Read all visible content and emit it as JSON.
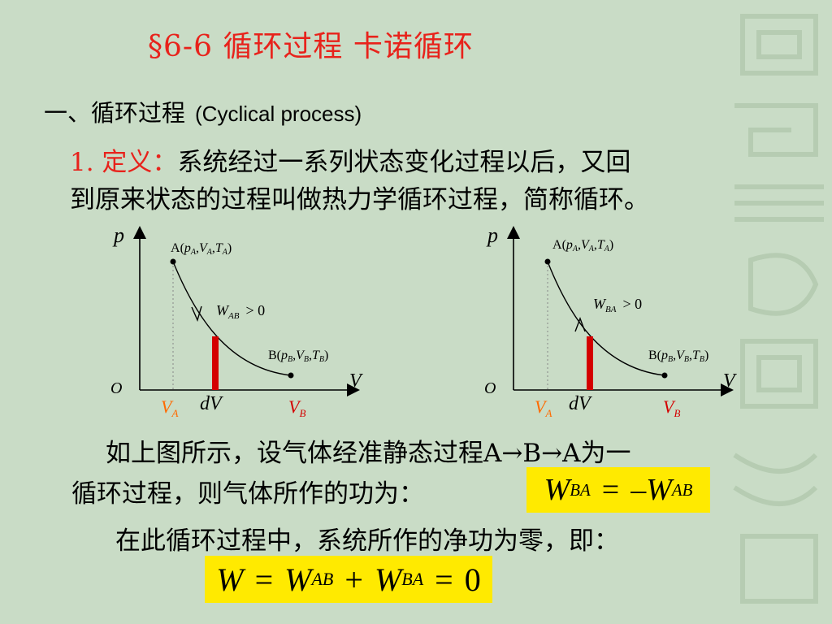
{
  "slide": {
    "title": "§6-6  循环过程   卡诺循环",
    "section_heading": "一、循环过程",
    "section_heading_en": "(Cyclical process)",
    "definition": {
      "label": "1. 定义：",
      "line1": "系统经过一系列状态变化过程以后，又回",
      "line2": "到原来状态的过程叫做热力学循环过程，简称循环。"
    },
    "paragraph1_line1": "如上图所示，设气体经准静态过程A→B→A为一",
    "paragraph1_line2": "循环过程，则气体所作的功为：",
    "paragraph2": "在此循环过程中，系统所作的净功为零，即：",
    "equation1": {
      "lhs_sym": "W",
      "lhs_sub": "BA",
      "op": "=",
      "rhs_sym": "–W",
      "rhs_sub": "AB"
    },
    "equation2": {
      "w": "W",
      "eq": "=",
      "t1_sym": "W",
      "t1_sub": "AB",
      "plus": "+",
      "t2_sym": "W",
      "t2_sub": "BA",
      "eq2": "=",
      "zero": "0"
    }
  },
  "diagrams": [
    {
      "y_axis": "p",
      "x_axis": "V",
      "origin": "O",
      "point_a": {
        "sym": "A",
        "lp": "(",
        "p": "p",
        "ps": "A",
        "c1": ",",
        "v": "V",
        "vs": "A",
        "c2": ",",
        "t": "T",
        "ts": "A",
        "rp": ")"
      },
      "point_b": {
        "sym": "B",
        "lp": "(",
        "p": "p",
        "ps": "B",
        "c1": ",",
        "v": "V",
        "vs": "B",
        "c2": ",",
        "t": "T",
        "ts": "B",
        "rp": ")"
      },
      "work": {
        "w": "W",
        "sub": "AB",
        "rel": "> 0"
      },
      "va": {
        "v": "V",
        "sub": "A"
      },
      "vb": {
        "v": "V",
        "sub": "B"
      },
      "dv": "dV",
      "arrow_direction": "down"
    },
    {
      "y_axis": "p",
      "x_axis": "V",
      "origin": "O",
      "point_a": {
        "sym": "A",
        "lp": "(",
        "p": "p",
        "ps": "A",
        "c1": ",",
        "v": "V",
        "vs": "A",
        "c2": ",",
        "t": "T",
        "ts": "A",
        "rp": ")"
      },
      "point_b": {
        "sym": "B",
        "lp": "(",
        "p": "p",
        "ps": "B",
        "c1": ",",
        "v": "V",
        "vs": "B",
        "c2": ",",
        "t": "T",
        "ts": "B",
        "rp": ")"
      },
      "work": {
        "w": "W",
        "sub": "BA",
        "rel": "> 0"
      },
      "va": {
        "v": "V",
        "sub": "A"
      },
      "vb": {
        "v": "V",
        "sub": "B"
      },
      "dv": "dV",
      "arrow_direction": "up"
    }
  ],
  "colors": {
    "background": "#c9dcc6",
    "title": "#e8221b",
    "highlight": "#ffea00",
    "volume_label": "#ff6a00",
    "bar": "#d40000"
  }
}
